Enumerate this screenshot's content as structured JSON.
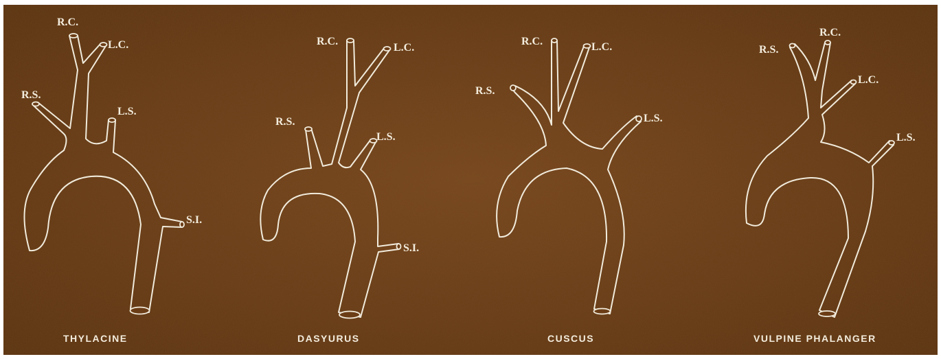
{
  "figures": [
    {
      "caption": "THYLACINE",
      "labels": {
        "rc": "R.C.",
        "lc": "L.C.",
        "rs": "R.S.",
        "ls": "L.S.",
        "si": "S.I."
      }
    },
    {
      "caption": "DASYURUS",
      "labels": {
        "rc": "R.C.",
        "lc": "L.C.",
        "rs": "R.S.",
        "ls": "L.S.",
        "si": "S.I."
      }
    },
    {
      "caption": "CUSCUS",
      "labels": {
        "rc": "R.C.",
        "lc": "L.C.",
        "rs": "R.S.",
        "ls": "L.S."
      }
    },
    {
      "caption": "VULPINE PHALANGER",
      "labels": {
        "rc": "R.C.",
        "lc": "L.C.",
        "rs": "R.S.",
        "ls": "L.S."
      }
    }
  ],
  "colors": {
    "background": "#6b3d16",
    "line": "#f1ebdc"
  }
}
